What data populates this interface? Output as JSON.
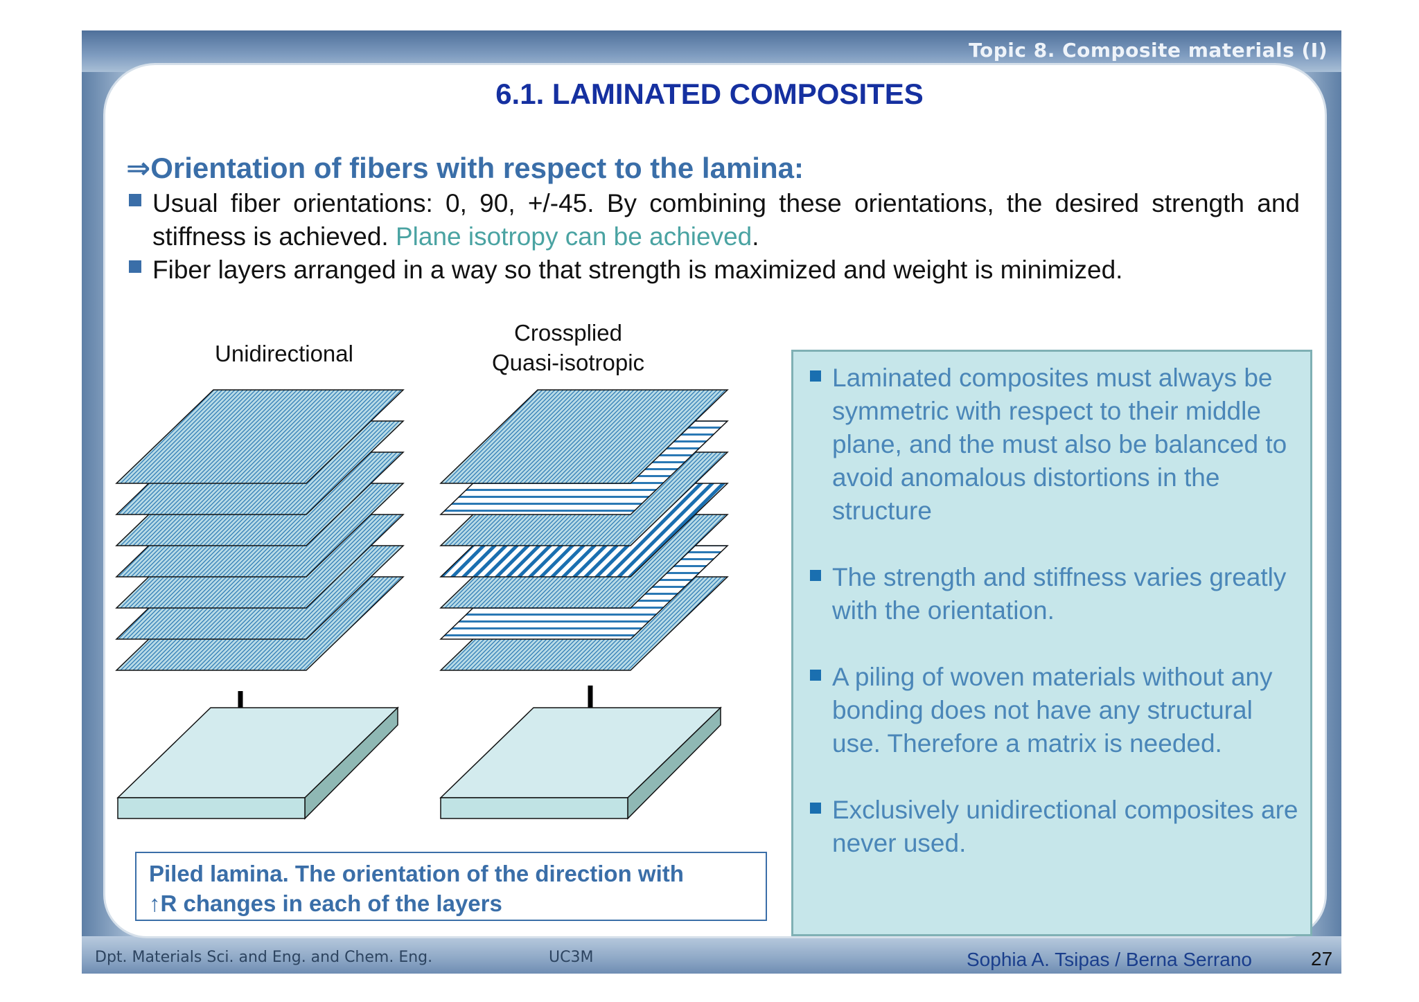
{
  "header": {
    "topic": "Topic 8. Composite materials (I)"
  },
  "slide": {
    "title": "6.1. LAMINATED COMPOSITES",
    "subheading": "⇒Orientation of fibers with respect to the lamina:",
    "bullets": [
      {
        "text_a": "Usual fiber orientations: 0, 90, +/-45. By combining these orientations, the desired strength and stiffness is achieved. ",
        "highlight": "Plane isotropy can be achieved",
        "text_b": "."
      },
      {
        "text_a": "Fiber layers arranged in a way so that strength is maximized and weight is minimized."
      }
    ]
  },
  "figure": {
    "label_left": "Unidirectional",
    "label_right_line1": "Crossplied",
    "label_right_line2": "Quasi-isotropic"
  },
  "caption": {
    "line1": "Piled lamina. The orientation of the direction with",
    "line2": "↑R changes in each of the layers"
  },
  "side_box": {
    "items": [
      "Laminated composites must always be symmetric with respect to their middle plane, and the must also be balanced to avoid anomalous distortions in the structure",
      "The strength and stiffness varies greatly with the orientation.",
      "A piling of woven materials without any bonding does not have any structural use. Therefore a matrix is needed.",
      "Exclusively unidirectional composites are never used."
    ]
  },
  "footer": {
    "dept": "Dpt. Materials Sci. and Eng. and Chem. Eng.",
    "uni": "UC3M",
    "authors": "Sophia A. Tsipas / Berna Serrano",
    "page": "27"
  },
  "colors": {
    "title": "#1530a0",
    "accent": "#3a6ea8",
    "highlight": "#4aa3a2",
    "side_box_bg": "#c6e6ea",
    "layer_fill": "#b8dbe6",
    "plate_fill": "#d3ebee"
  }
}
